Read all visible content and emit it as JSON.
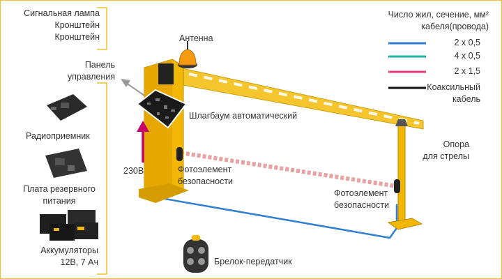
{
  "top_left_labels": [
    "Сигнальная лампа",
    "Кронштейн",
    "Кронштейн"
  ],
  "antenna": "Антенна",
  "panel": [
    "Панель",
    "управления"
  ],
  "radio": "Радиоприемник",
  "backup": [
    "Плата резервного",
    "питания"
  ],
  "batteries": [
    "Аккумуляторы",
    "12В, 7 Ач"
  ],
  "barrier": "Шлагбаум автоматический",
  "voltage": "230В",
  "photo1": [
    "Фотоэлемент",
    "безопасности"
  ],
  "photo2": [
    "Фотоэлемент",
    "безопасности"
  ],
  "support": [
    "Опора",
    "для стрелы"
  ],
  "remote": "Брелок-передатчик",
  "legend": {
    "title": [
      "Число жил, сечение, мм²",
      "кабеля(провода)"
    ],
    "items": [
      {
        "label": "2 x 0,5",
        "color": "#2e7fd0"
      },
      {
        "label": "4 x 0,5",
        "color": "#1fb1a0"
      },
      {
        "label": "2 x 1,5",
        "color": "#e23a7a"
      },
      {
        "label": "Коаксильный",
        "label2": "кабель",
        "color": "#111111"
      }
    ]
  },
  "colors": {
    "frame": "#f2c12e",
    "post": "#f2b705",
    "arrow": "#c8006a"
  }
}
